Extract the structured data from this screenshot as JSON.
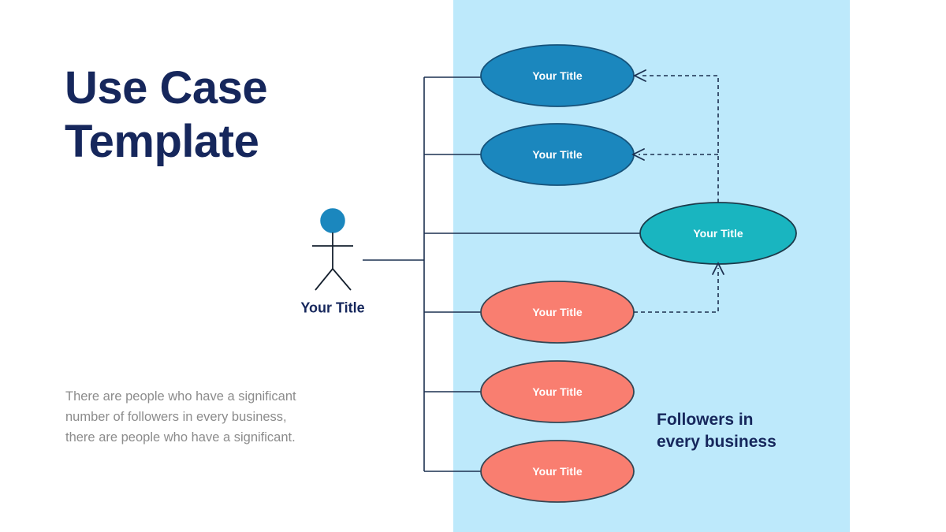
{
  "slide": {
    "title": "Use Case\nTemplate",
    "body_text": "There are people who have a significant number of followers in every business, there are people who have a significant.",
    "panel_caption": "Followers in\nevery business",
    "background_color": "#ffffff",
    "panel_color": "#bde9fb"
  },
  "actor": {
    "label": "Your Title",
    "head_color": "#1b87be",
    "line_color": "#15202e"
  },
  "use_cases": [
    {
      "label": "Your Title",
      "fill": "#1b87be",
      "stroke": "#16527a",
      "group": "blue"
    },
    {
      "label": "Your Title",
      "fill": "#1b87be",
      "stroke": "#16527a",
      "group": "blue"
    },
    {
      "label": "Your Title",
      "fill": "#19b5c0",
      "stroke": "#1c3a4a",
      "group": "teal"
    },
    {
      "label": "Your Title",
      "fill": "#f97e70",
      "stroke": "#344654",
      "group": "salmon"
    },
    {
      "label": "Your Title",
      "fill": "#f97e70",
      "stroke": "#344654",
      "group": "salmon"
    },
    {
      "label": "Your Title",
      "fill": "#f97e70",
      "stroke": "#344654",
      "group": "salmon"
    }
  ],
  "connectors": {
    "solid_color": "#1c3050",
    "dashed_color": "#1c3050",
    "dash_pattern": "5,4"
  }
}
